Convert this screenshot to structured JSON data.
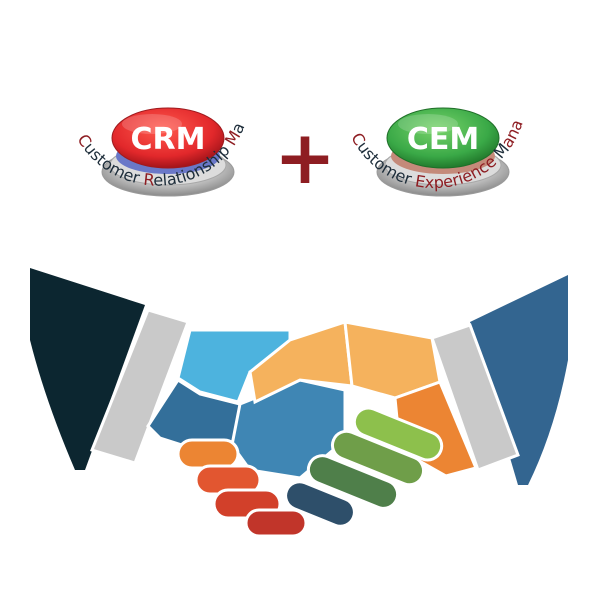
{
  "crm": {
    "button_label": "CRM",
    "arc": [
      {
        "text": "C",
        "accent": true
      },
      {
        "text": "ustomer ",
        "accent": false
      },
      {
        "text": "R",
        "accent": true
      },
      {
        "text": "elationship ",
        "accent": false
      },
      {
        "text": "M",
        "accent": true
      },
      {
        "text": "anagement",
        "accent": false
      }
    ],
    "button_color": "#e2282b"
  },
  "operator": {
    "symbol": "+"
  },
  "cem": {
    "button_label": "CEM",
    "arc": [
      {
        "text": "C",
        "accent": true
      },
      {
        "text": "ustomer ",
        "accent": false
      },
      {
        "text": "E",
        "accent": true
      },
      {
        "text": "xperience ",
        "accent": false
      },
      {
        "text": "M",
        "accent": true
      },
      {
        "text": "anagement",
        "accent": false
      }
    ],
    "button_color": "#3aa947"
  },
  "colors": {
    "accent_text": "#8e1d22",
    "dark_text": "#1d2d3a",
    "plus": "#8e1d22",
    "sleeve_left": "#0c2630",
    "sleeve_right": "#336590",
    "cuff": "#c9c9c9"
  }
}
